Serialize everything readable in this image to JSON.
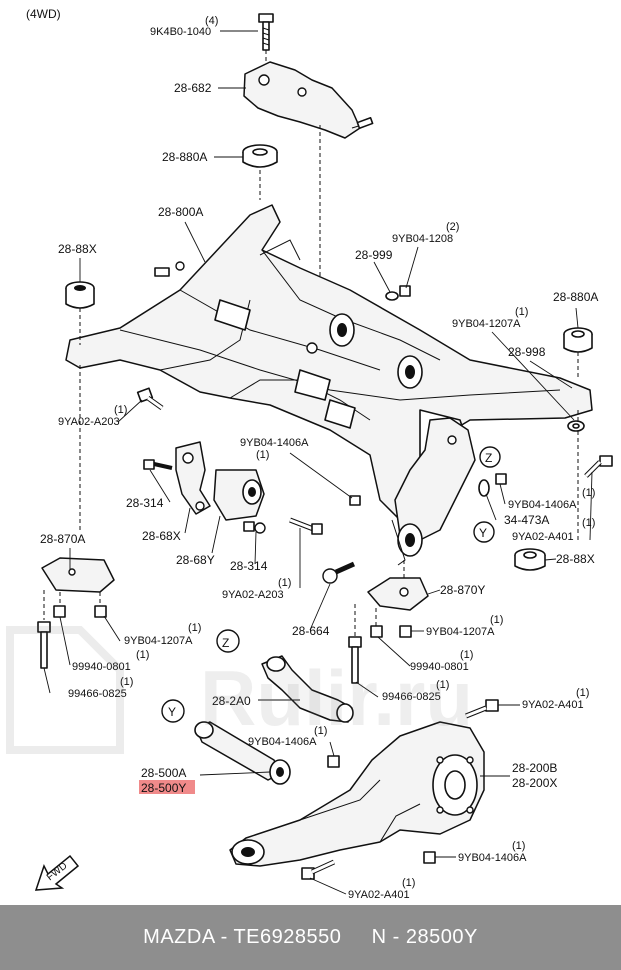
{
  "header": {
    "drive_label": "(4WD)"
  },
  "callouts": {
    "c_9k4b0_qty": "(4)",
    "c_9k4b0": "9K4B0-1040",
    "c_28682": "28-682",
    "c_28880a_top": "28-880A",
    "c_28800a": "28-800A",
    "c_9yb04_1208_qty": "(2)",
    "c_9yb04_1208": "9YB04-1208",
    "c_28999": "28-999",
    "c_2888x_left": "28-88X",
    "c_28880a_right": "28-880A",
    "c_9yb04_1207a_top_qty": "(1)",
    "c_9yb04_1207a_top": "9YB04-1207A",
    "c_28998": "28-998",
    "c_9ya02_a203_qty": "(1)",
    "c_9ya02_a203": "9YA02-A203",
    "c_9yb04_1406a_mid": "9YB04-1406A",
    "c_9yb04_1406a_mid_qty": "(1)",
    "c_z_top": "Z",
    "c_9yb04_1406a_right": "9YB04-1406A",
    "c_9yb04_1406a_right_qty": "(1)",
    "c_28314_a": "28-314",
    "c_34473a": "34-473A",
    "c_28_68x": "28-68X",
    "c_y_top": "Y",
    "c_9ya02_a401_right_qty": "(1)",
    "c_9ya02_a401_right": "9YA02-A401",
    "c_28_68y": "28-68Y",
    "c_28314_b": "28-314",
    "c_28870a": "28-870A",
    "c_9ya02_a203_b_qty": "(1)",
    "c_9ya02_a203_b": "9YA02-A203",
    "c_2888x_right": "28-88X",
    "c_28870y": "28-870Y",
    "c_28664": "28-664",
    "c_9yb04_1207a_left_qty": "(1)",
    "c_9yb04_1207a_left": "9YB04-1207A",
    "c_9yb04_1207a_mid_qty": "(1)",
    "c_9yb04_1207a_mid": "9YB04-1207A",
    "c_z_bottom": "Z",
    "c_99940_left_qty": "(1)",
    "c_99940_left": "99940-0801",
    "c_99940_right_qty": "(1)",
    "c_99940_right": "99940-0801",
    "c_99466_left_qty": "(1)",
    "c_99466_left": "99466-0825",
    "c_282a0": "28-2A0",
    "c_99466_right_qty": "(1)",
    "c_99466_right": "99466-0825",
    "c_9ya02_a401_b_qty": "(1)",
    "c_9ya02_a401_b": "9YA02-A401",
    "c_y_bottom": "Y",
    "c_9yb04_1406a_low_qty": "(1)",
    "c_9yb04_1406a_low": "9YB04-1406A",
    "c_28500a": "28-500A",
    "c_28500y": "28-500Y",
    "c_28200b": "28-200B",
    "c_28200x": "28-200X",
    "c_9yb04_1406a_bottom": "9YB04-1406A",
    "c_9yb04_1406a_bottom_qty": "(1)",
    "c_9ya02_a401_bottom_qty": "(1)",
    "c_9ya02_a401_bottom": "9YA02-A401",
    "fwd": "FWD"
  },
  "highlight": {
    "part": "28-500Y",
    "color": "#f08a8a"
  },
  "watermark": {
    "text": "Rulir.ru",
    "icon": "car-door-icon"
  },
  "footer": {
    "text": "MAZDA - TE6928550     N - 28500Y",
    "background": "#8e8e8e"
  }
}
